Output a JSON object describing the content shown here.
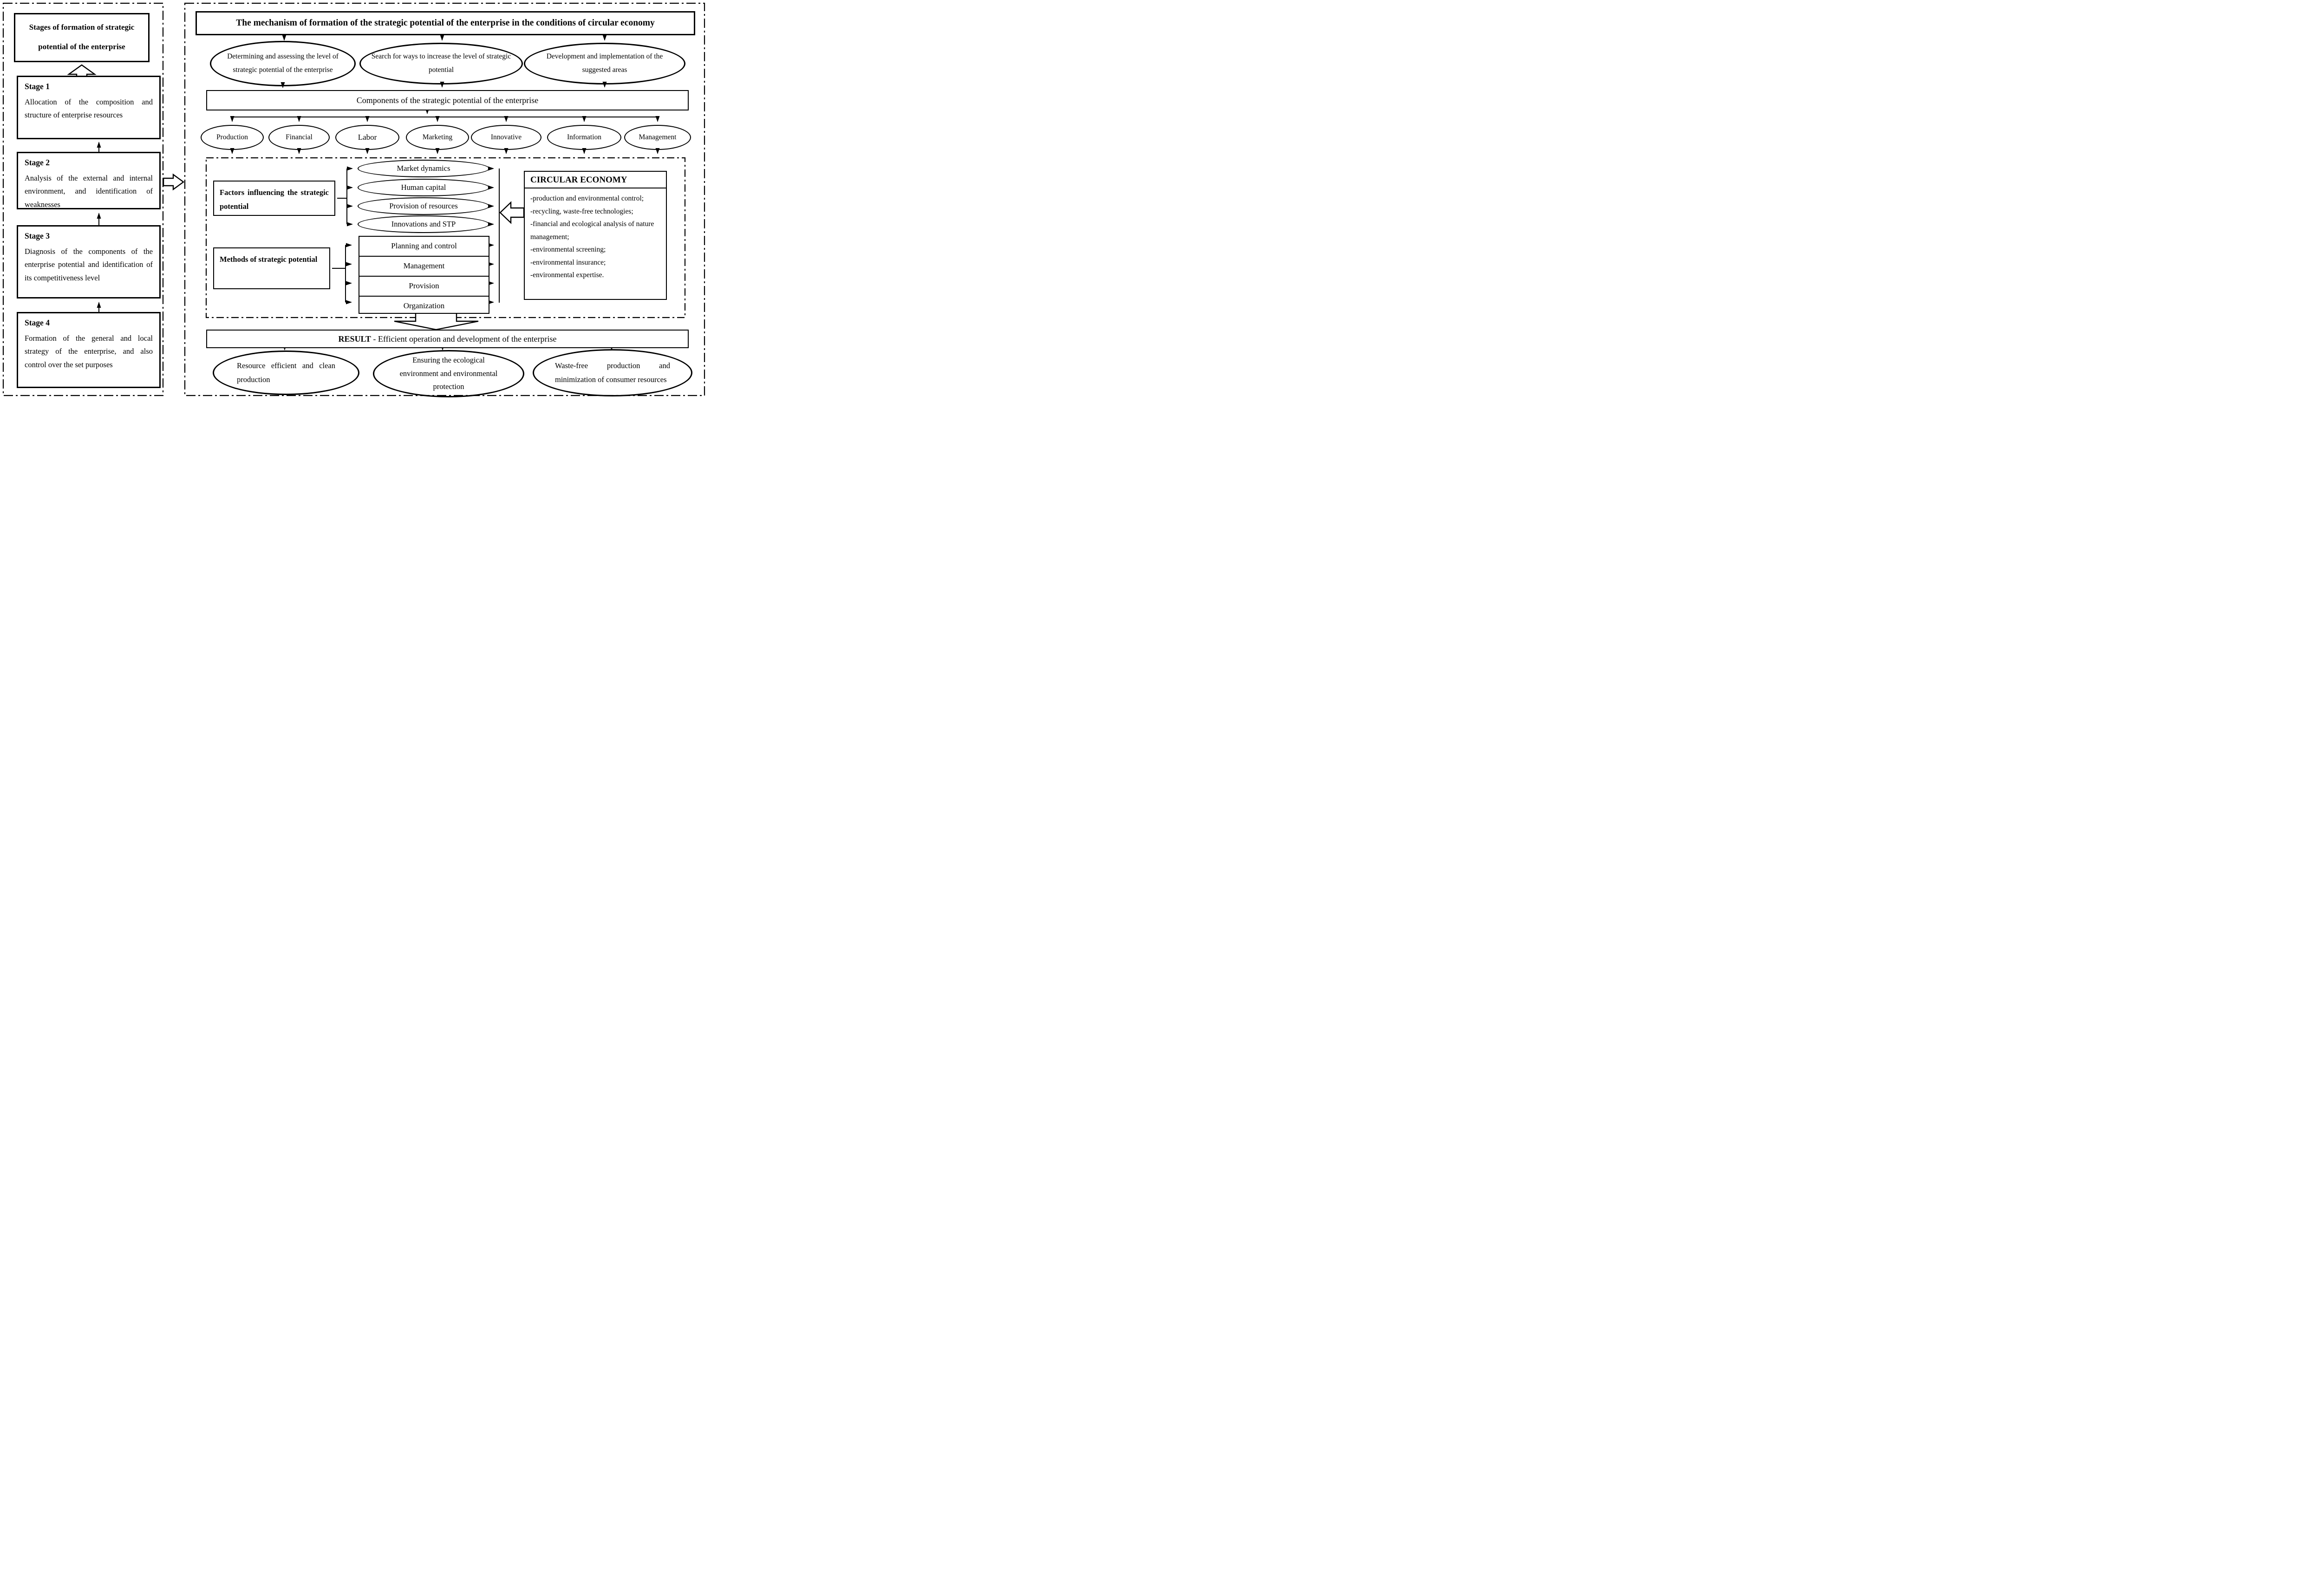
{
  "left_panel": {
    "title": "Stages of formation of strategic potential of the enterprise",
    "stages": [
      {
        "title": "Stage 1",
        "text": "Allocation of the composition and structure of enterprise resources"
      },
      {
        "title": "Stage 2",
        "text": "Analysis of the external and internal environment, and identification of weaknesses"
      },
      {
        "title": "Stage 3",
        "text": "Diagnosis of the components of the enterprise potential and identification of its competitiveness level"
      },
      {
        "title": "Stage 4",
        "text": "Formation of the general and local strategy of the enterprise, and also control over the set purposes"
      }
    ]
  },
  "right_panel": {
    "title": "The mechanism of formation of the strategic potential of the enterprise in the conditions of circular economy",
    "top_ellipses": [
      "Determining and assessing the level of strategic potential of the enterprise",
      "Search for ways to increase the level of strategic potential",
      "Development and implementation of the suggested areas"
    ],
    "components_bar": "Components of the strategic potential of the enterprise",
    "component_ellipses": [
      "Production",
      "Financial",
      "Labor",
      "Marketing",
      "Innovative",
      "Information",
      "Management"
    ],
    "factors_box": "Factors influencing the strategic potential",
    "factor_ellipses": [
      "Market dynamics",
      "Human capital",
      "Provision of resources",
      "Innovations and STP"
    ],
    "methods_box": "Methods of strategic potential",
    "method_rows": [
      "Planning and control",
      "Management",
      "Provision",
      "Organization"
    ],
    "circular_economy": {
      "title": "CIRCULAR ECONOMY",
      "items": [
        "-production and environmental control;",
        "-recycling, waste-free technologies;",
        "-financial and ecological analysis of nature management;",
        "-environmental screening;",
        "-environmental insurance;",
        "-environmental expertise."
      ]
    },
    "result_bar": {
      "label": "RESULT",
      "text": " - Efficient operation and development of the enterprise"
    },
    "bottom_ellipses": [
      "Resource efficient and clean production",
      "Ensuring the ecological environment and environmental protection",
      "Waste-free production and minimization of consumer resources"
    ]
  },
  "colors": {
    "ink": "#000000",
    "paper": "#ffffff"
  }
}
